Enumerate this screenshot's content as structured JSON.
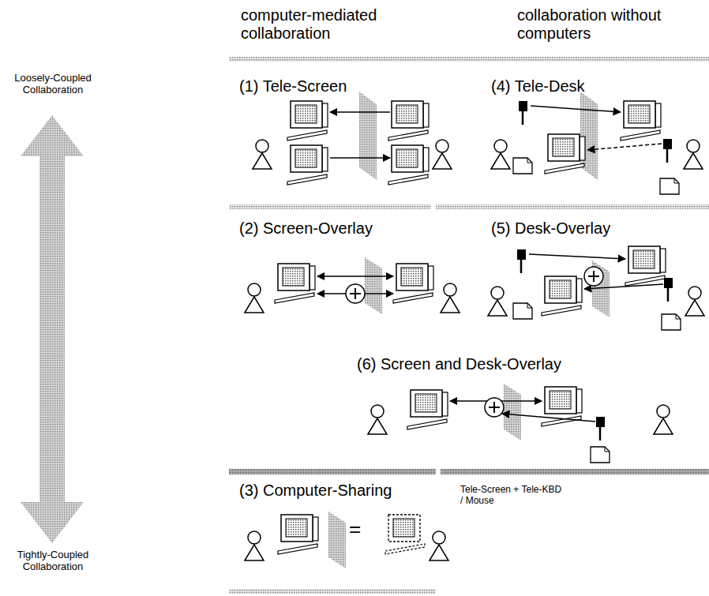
{
  "diagram": {
    "labels": [
      "computer-mediated collaboration",
      "collaboration without computers",
      "Loosely-Coupled Collaboration",
      "(1) Tele-Screen",
      "(4) Tele-Desk",
      "(2) Screen-Overlay",
      "(5) Desk-Overlay",
      "(6) Screen and Desk-Overlay",
      "(3) Computer-Sharing",
      "=",
      "Tele-Screen + Tele-KBD / Mouse",
      "Tightly-Coupled Collaboration"
    ]
  }
}
